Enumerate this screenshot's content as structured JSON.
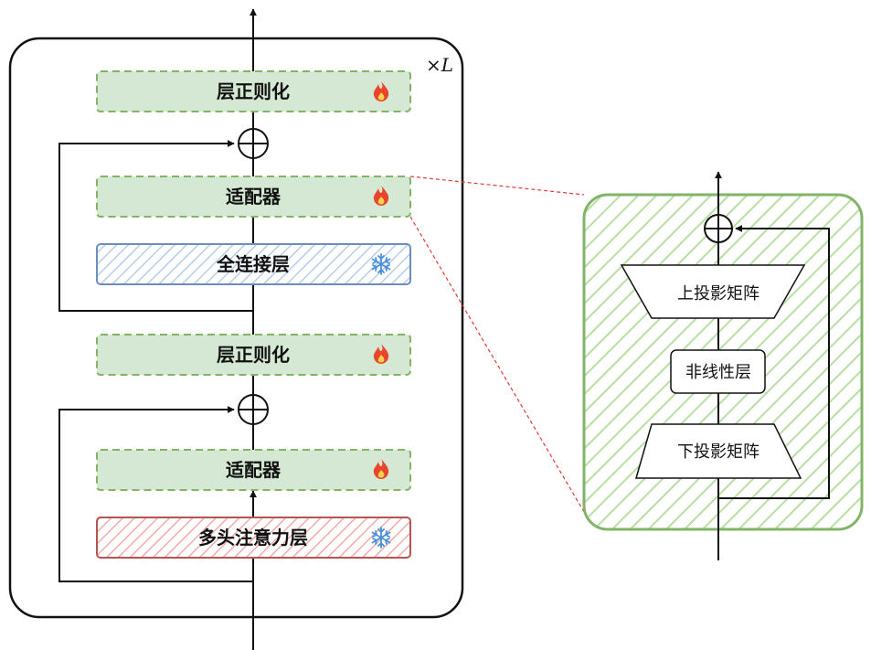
{
  "layer_multiplier": "×L",
  "left_block": {
    "top_layernorm": "层正则化",
    "adapter_top": "适配器",
    "ffn": "全连接层",
    "mid_layernorm": "层正则化",
    "adapter_bottom": "适配器",
    "attention": "多头注意力层"
  },
  "adapter_detail": {
    "up_proj": "上投影矩阵",
    "nonlinear": "非线性层",
    "down_proj": "下投影矩阵"
  },
  "icons": {
    "trainable": "fire-icon",
    "frozen": "snowflake-icon"
  },
  "colors": {
    "trainable_fill": "#d5e8d4",
    "trainable_stroke": "#82b366",
    "ffn_hatch": "#a9c4eb",
    "ffn_stroke": "#6c8ebf",
    "attn_hatch": "#f19c99",
    "attn_stroke": "#b85450",
    "detail_hatch": "#97d077",
    "zoom_line": "#e53935"
  }
}
